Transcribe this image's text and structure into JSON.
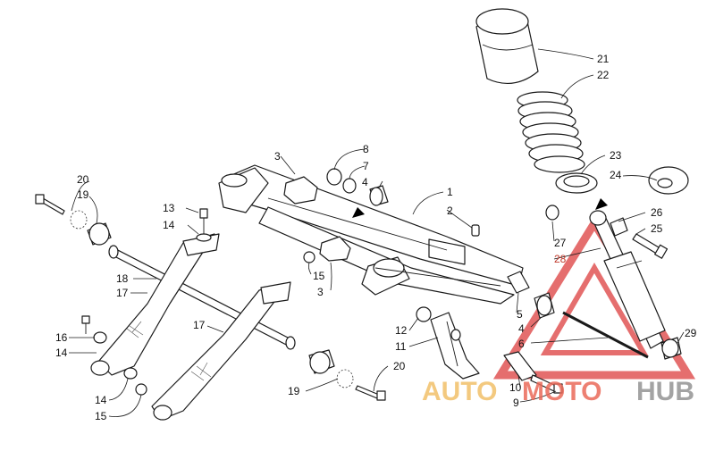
{
  "callouts": [
    {
      "id": "c20a",
      "text": "20"
    },
    {
      "id": "c19a",
      "text": "19"
    },
    {
      "id": "c18",
      "text": "18"
    },
    {
      "id": "c17a",
      "text": "17"
    },
    {
      "id": "c17b",
      "text": "17"
    },
    {
      "id": "c16",
      "text": "16"
    },
    {
      "id": "c14a",
      "text": "14"
    },
    {
      "id": "c14b",
      "text": "14"
    },
    {
      "id": "c15a",
      "text": "15"
    },
    {
      "id": "c13",
      "text": "13"
    },
    {
      "id": "c14c",
      "text": "14"
    },
    {
      "id": "c3a",
      "text": "3"
    },
    {
      "id": "c8",
      "text": "8"
    },
    {
      "id": "c7",
      "text": "7"
    },
    {
      "id": "c4a",
      "text": "4"
    },
    {
      "id": "c1",
      "text": "1"
    },
    {
      "id": "c2",
      "text": "2"
    },
    {
      "id": "c15b",
      "text": "15"
    },
    {
      "id": "c3b",
      "text": "3"
    },
    {
      "id": "c21",
      "text": "21"
    },
    {
      "id": "c22",
      "text": "22"
    },
    {
      "id": "c23",
      "text": "23"
    },
    {
      "id": "c24",
      "text": "24"
    },
    {
      "id": "c26",
      "text": "26"
    },
    {
      "id": "c25",
      "text": "25"
    },
    {
      "id": "c27",
      "text": "27"
    },
    {
      "id": "c28",
      "text": "28"
    },
    {
      "id": "c5",
      "text": "5"
    },
    {
      "id": "c4b",
      "text": "4"
    },
    {
      "id": "c6",
      "text": "6"
    },
    {
      "id": "c12",
      "text": "12"
    },
    {
      "id": "c11",
      "text": "11"
    },
    {
      "id": "c29",
      "text": "29"
    },
    {
      "id": "c10",
      "text": "10"
    },
    {
      "id": "c9",
      "text": "9"
    },
    {
      "id": "c20b",
      "text": "20"
    },
    {
      "id": "c19b",
      "text": "19"
    }
  ],
  "watermark": {
    "part1": "AUTO",
    "part2": "MOTO",
    "part3": "HUB",
    "colors": {
      "auto": "#f2c069",
      "moto": "#ea6a5a",
      "hub": "#9a9a9a",
      "triangle": "#e05555"
    }
  }
}
